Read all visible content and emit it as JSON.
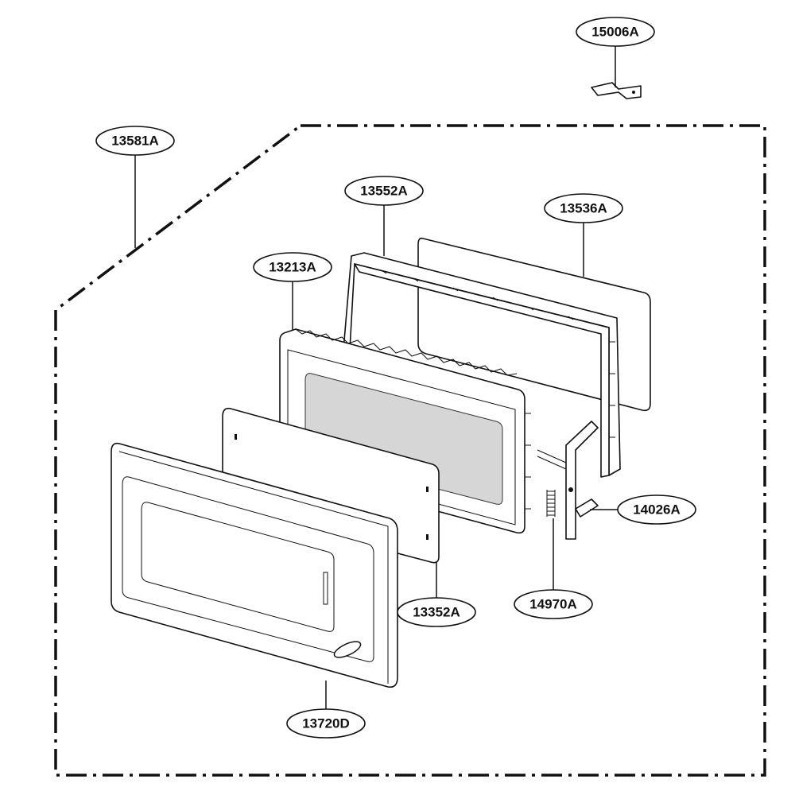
{
  "callouts": {
    "c15006A": "15006A",
    "c13581A": "13581A",
    "c13552A": "13552A",
    "c13536A": "13536A",
    "c13213A": "13213A",
    "c14026A": "14026A",
    "c13352A": "13352A",
    "c14970A": "14970A",
    "c13720D": "13720D"
  }
}
